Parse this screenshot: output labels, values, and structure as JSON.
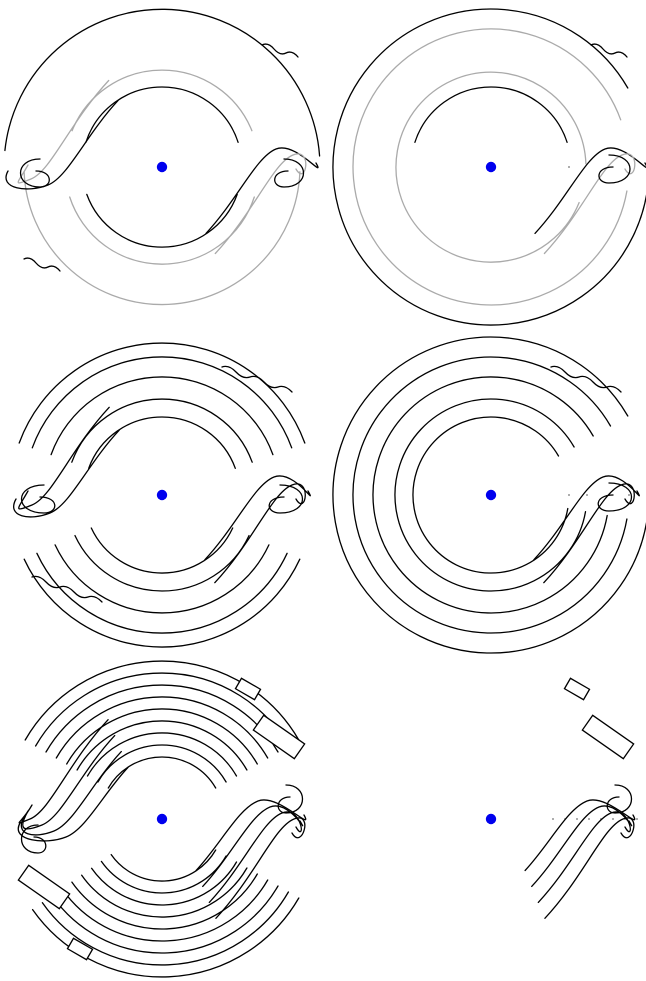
{
  "figure": {
    "panels": [
      {
        "id": "row1-left",
        "row": 1,
        "col": 1,
        "level": 1,
        "style": "two-tone",
        "variant": "full"
      },
      {
        "id": "row1-right",
        "row": 1,
        "col": 2,
        "level": 1,
        "style": "two-tone",
        "variant": "reduced"
      },
      {
        "id": "row2-left",
        "row": 2,
        "col": 1,
        "level": 2,
        "style": "doubled",
        "variant": "full"
      },
      {
        "id": "row2-right",
        "row": 2,
        "col": 2,
        "level": 2,
        "style": "doubled",
        "variant": "reduced"
      },
      {
        "id": "row3-left",
        "row": 3,
        "col": 1,
        "level": 3,
        "style": "boxed",
        "variant": "full"
      },
      {
        "id": "row3-right",
        "row": 3,
        "col": 2,
        "level": 3,
        "style": "boxed",
        "variant": "reduced"
      }
    ],
    "colors": {
      "strand": "#000000",
      "strand_secondary": "#aaaaaa",
      "center_point": "#0000ee",
      "band_box_fill": "#ffffff"
    }
  }
}
